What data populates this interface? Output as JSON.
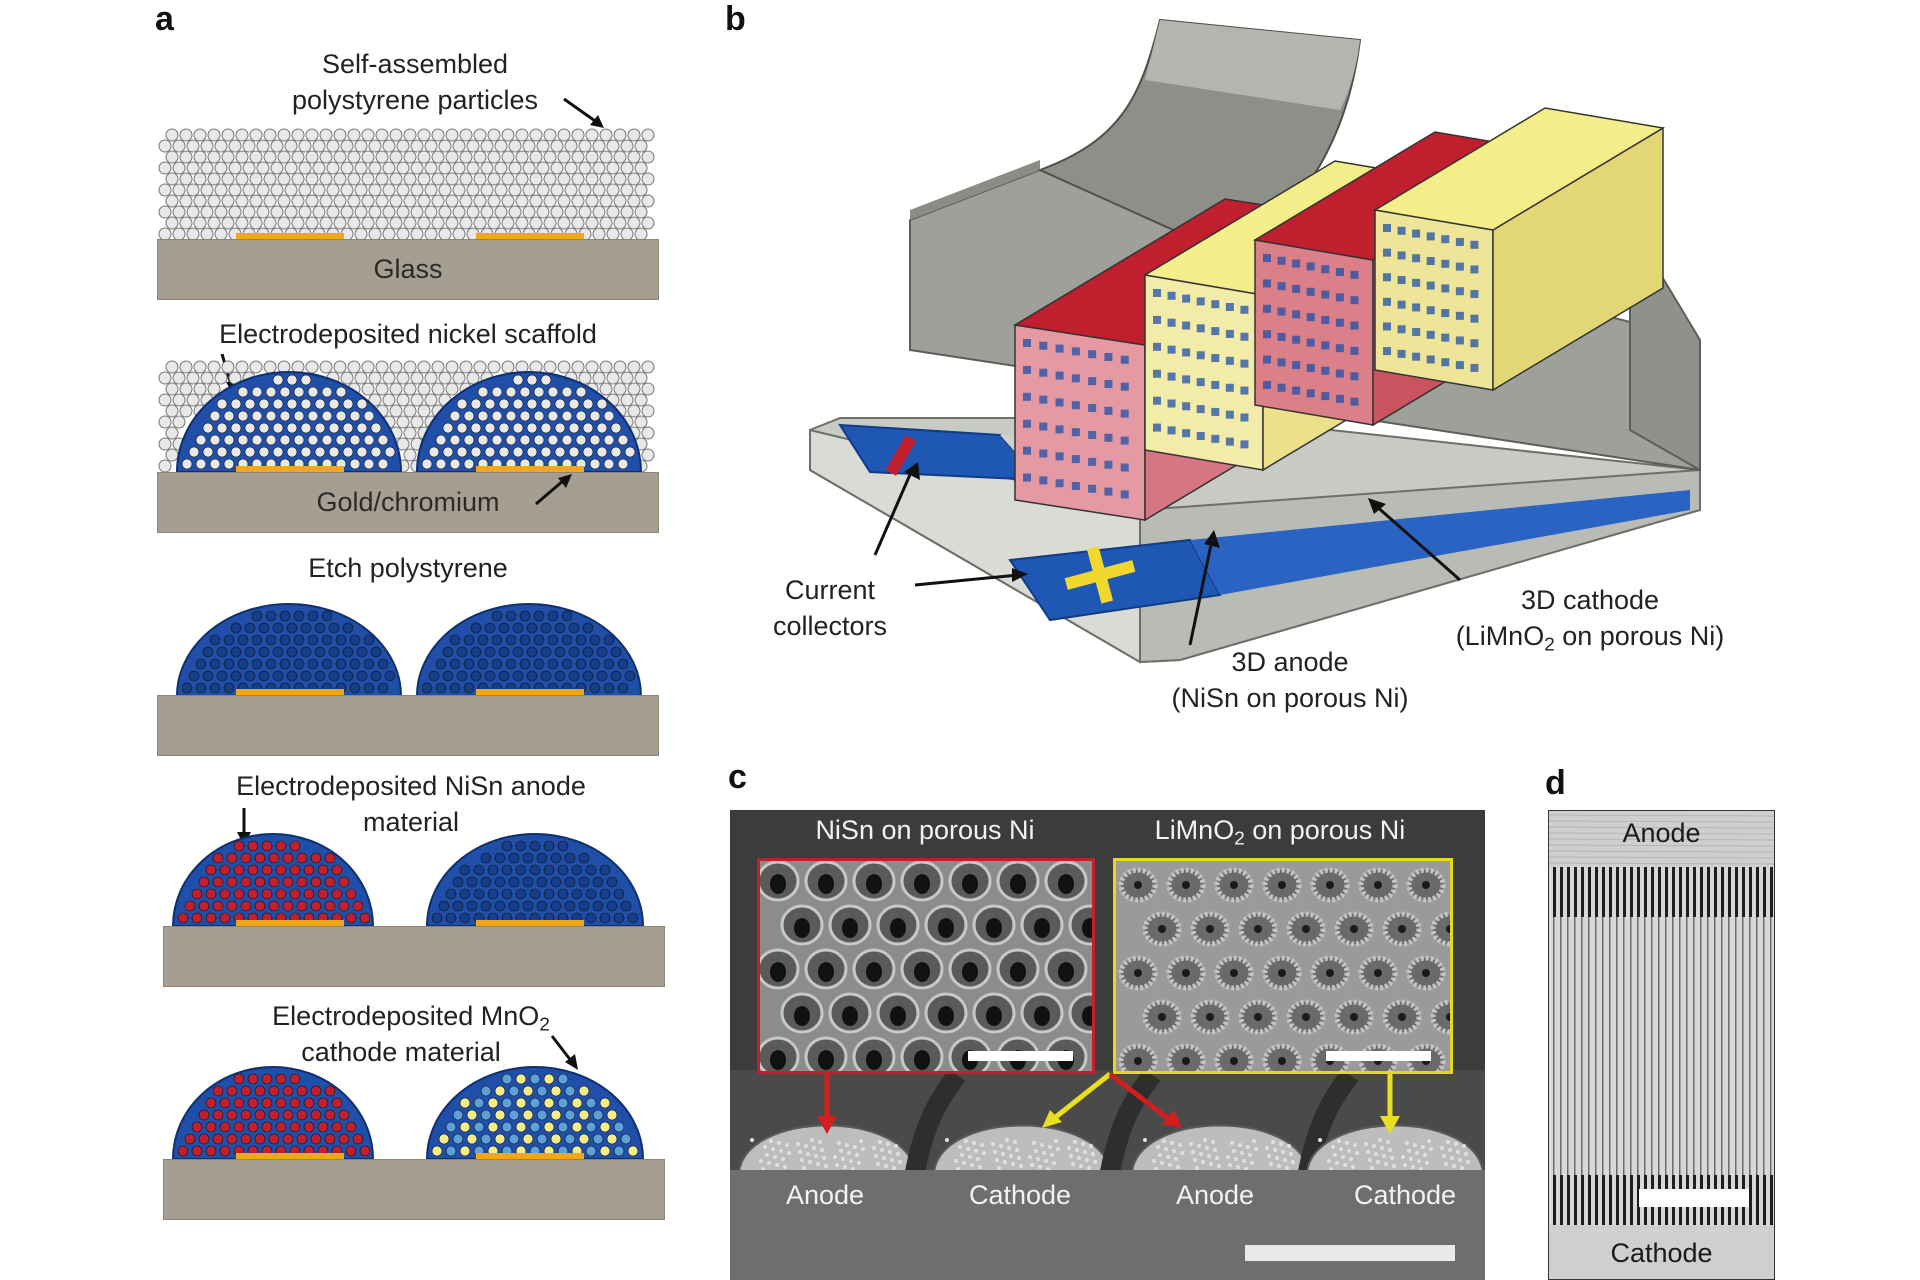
{
  "panels": {
    "a": {
      "letter": "a",
      "step1_label_line1": "Self-assembled",
      "step1_label_line2": "polystyrene particles",
      "step1_substrate": "Glass",
      "step2_label": "Electrodeposited nickel scaffold",
      "step2_substrate": "Gold/chromium",
      "step3_label": "Etch polystyrene",
      "step4_label_line1": "Electrodeposited NiSn anode",
      "step4_label_line2": "material",
      "step5_label_line1_prefix": "Electrodeposited MnO",
      "step5_label_line1_sub": "2",
      "step5_label_line2": "cathode material"
    },
    "b": {
      "letter": "b",
      "current_collectors_line1": "Current",
      "current_collectors_line2": "collectors",
      "anode_line1": "3D anode",
      "anode_line2": "(NiSn on porous Ni)",
      "cathode_line1": "3D cathode",
      "cathode_line2_prefix": "(LiMnO",
      "cathode_line2_sub": "2",
      "cathode_line2_suffix": " on porous Ni)"
    },
    "c": {
      "letter": "c",
      "inset_left": "NiSn on porous Ni",
      "inset_right_prefix": "LiMnO",
      "inset_right_sub": "2",
      "inset_right_suffix": " on porous Ni",
      "bottom_labels": [
        "Anode",
        "Cathode",
        "Anode",
        "Cathode"
      ]
    },
    "d": {
      "letter": "d",
      "top_label": "Anode",
      "bottom_label": "Cathode"
    }
  },
  "colors": {
    "substrate": "#a69f91",
    "gold": "#f0a81a",
    "nickel_blue": "#1f4fa8",
    "anode_red": "#c0202e",
    "cathode_yellow": "#f4ee8a",
    "sem_gray": "#7a7a7a"
  }
}
